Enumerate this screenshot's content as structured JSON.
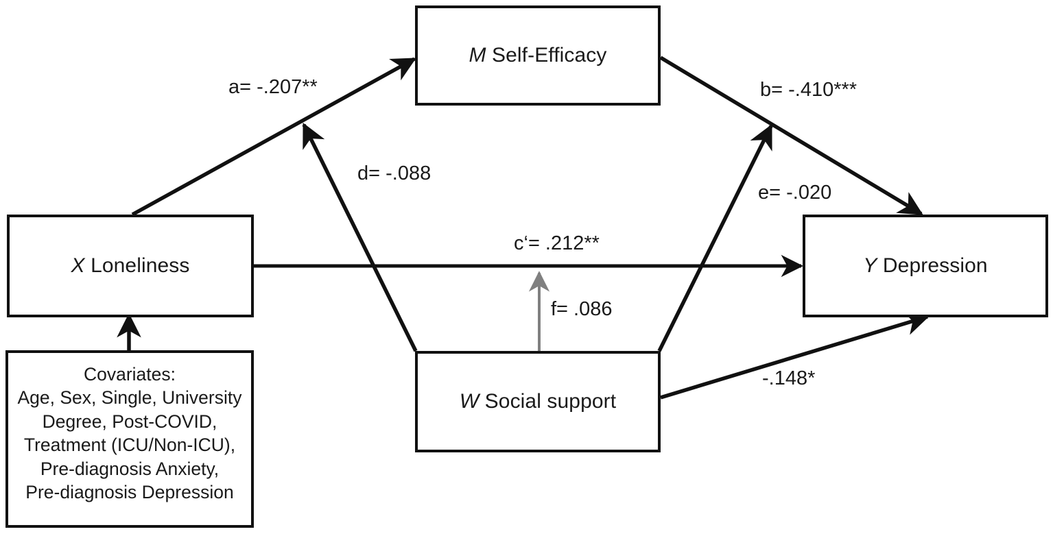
{
  "diagram": {
    "type": "moderated-mediation-path-diagram",
    "background_color": "#ffffff",
    "line_color": "#111111",
    "moderator_line_color": "#808080",
    "nodes": {
      "x": {
        "symbol": "X",
        "label": "Loneliness",
        "role": "predictor"
      },
      "m": {
        "symbol": "M",
        "label": "Self-Efficacy",
        "role": "mediator"
      },
      "y": {
        "symbol": "Y",
        "label": "Depression",
        "role": "outcome"
      },
      "w": {
        "symbol": "W",
        "label": "Social support",
        "role": "moderator"
      },
      "covariates": {
        "title": "Covariates:",
        "lines": [
          "Covariates:",
          "Age, Sex, Single, University",
          "Degree,  Post-COVID,",
          "Treatment (ICU/Non-ICU),",
          "Pre-diagnosis Anxiety,",
          "Pre-diagnosis  Depression"
        ],
        "text": "Covariates:\nAge, Sex, Single, University\nDegree,  Post-COVID,\nTreatment (ICU/Non-ICU),\nPre-diagnosis Anxiety,\nPre-diagnosis  Depression"
      }
    },
    "paths": [
      {
        "id": "a",
        "from": "x",
        "to": "m",
        "label": "a= -.207**",
        "coefficient": -0.207,
        "significance": "**",
        "color": "#111111"
      },
      {
        "id": "b",
        "from": "m",
        "to": "y",
        "label": "b= -.410***",
        "coefficient": -0.41,
        "significance": "***",
        "color": "#111111"
      },
      {
        "id": "c'",
        "from": "x",
        "to": "y",
        "label": "c‘= .212**",
        "coefficient": 0.212,
        "significance": "**",
        "color": "#111111"
      },
      {
        "id": "d",
        "from": "w",
        "to": "m",
        "label": "d= -.088",
        "coefficient": -0.088,
        "significance": "",
        "color": "#111111"
      },
      {
        "id": "e",
        "from": "w",
        "to": "y",
        "label": "e= -.020",
        "coefficient": -0.02,
        "significance": "",
        "color": "#111111"
      },
      {
        "id": "f",
        "from": "w",
        "to": "c'",
        "label": "f= .086",
        "coefficient": 0.086,
        "significance": "",
        "color": "#808080"
      },
      {
        "id": "wy",
        "from": "w",
        "to": "y",
        "label": "-.148*",
        "coefficient": -0.148,
        "significance": "*",
        "color": "#111111"
      },
      {
        "id": "cov",
        "from": "covariates",
        "to": "x",
        "label": "",
        "coefficient": null,
        "significance": "",
        "color": "#111111"
      }
    ],
    "labels": {
      "a": "a= -.207**",
      "b": "b= -.410***",
      "c_prime": "c‘= .212**",
      "d": "d= -.088",
      "e": "e= -.020",
      "f": "f= .086",
      "w_to_y": "-.148*"
    }
  }
}
